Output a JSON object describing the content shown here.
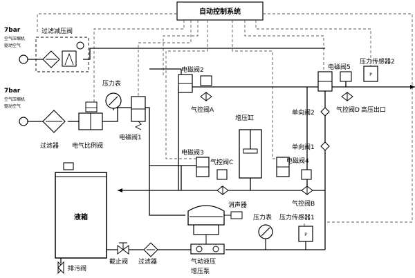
{
  "title": "自动控制系统",
  "sources": [
    {
      "pressure": "7bar",
      "label1": "空气压缩机",
      "label2": "驱动空气"
    },
    {
      "pressure": "7bar",
      "label1": "空气压缩机",
      "label2": "驱动空气"
    }
  ],
  "labels": {
    "filter_reducer": "过滤减压阀",
    "gauge_top": "压力表",
    "solenoid_valve_2": "电磁阀2",
    "solenoid_valve_5": "电磁阀5",
    "pressure_sensor_2": "压力传感器2",
    "pneumatic_valve_a": "气控阀A",
    "pneumatic_valve_d": "气控阀D",
    "high_pressure_outlet": "高压出口",
    "check_valve_2": "单向阀2",
    "check_valve_1": "单向阀1",
    "booster_cylinder": "增压缸",
    "filter": "过滤器",
    "proportional_valve": "电气比例阀",
    "solenoid_valve_1": "电磁阀1",
    "solenoid_valve_3": "电磁阀3",
    "pneumatic_valve_c": "气控阀C",
    "solenoid_valve_4": "电磁阀4",
    "pneumatic_valve_b": "气控阀B",
    "silencer": "消声器",
    "gauge_bottom": "压力表",
    "pressure_sensor_1": "压力传感器1",
    "tank": "液箱",
    "stop_valve": "截止阀",
    "filter_bottom": "过滤器",
    "pump_line1": "气动液压",
    "pump_line2": "增压泵",
    "drain_valve": "排污阀",
    "sensor_symbol": "P"
  }
}
